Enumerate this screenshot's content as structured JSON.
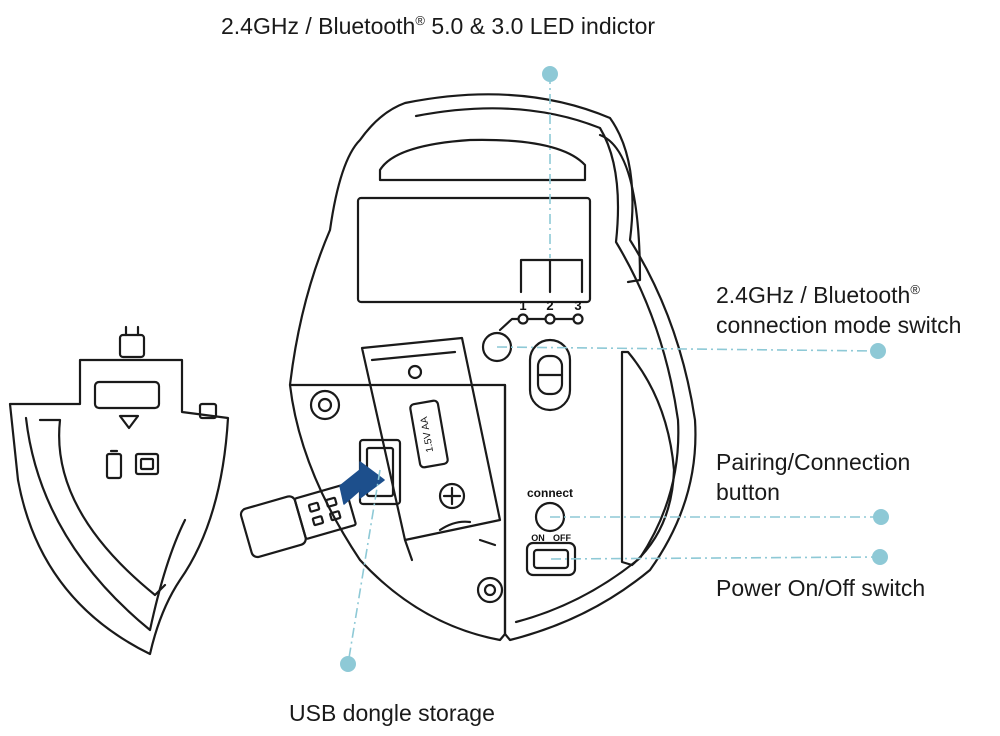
{
  "callouts": {
    "led": {
      "before": "2.4GHz / Bluetooth",
      "sup": "®",
      "after": " 5.0 & 3.0 LED indictor"
    },
    "mode": {
      "line1_before": "2.4GHz / Bluetooth",
      "line1_sup": "®",
      "line2": "connection mode switch"
    },
    "pairing": {
      "line1": "Pairing/Connection",
      "line2": "button"
    },
    "power": {
      "text": "Power On/Off switch"
    },
    "usb": {
      "text": "USB dongle storage"
    }
  },
  "device_labels": {
    "led_1": "1",
    "led_2": "2",
    "led_3": "3",
    "connect": "connect",
    "on": "ON",
    "off": "OFF",
    "battery": "1.5V AA"
  },
  "colors": {
    "leader": "#8ec9d6",
    "outline": "#1a1a1a",
    "arrow": "#1d4f8c"
  }
}
